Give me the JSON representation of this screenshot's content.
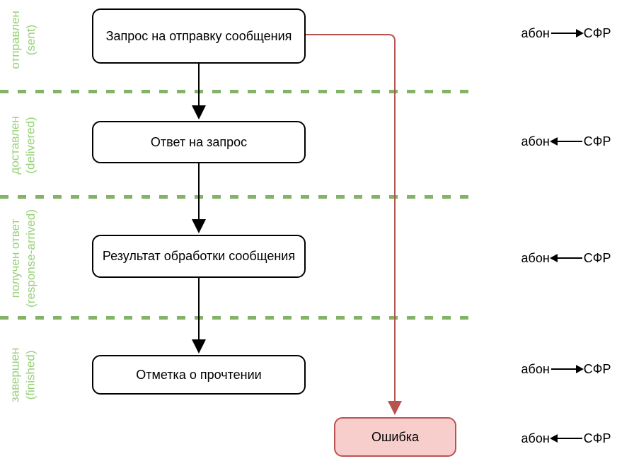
{
  "diagram": {
    "stages": [
      {
        "ru": "отправлен",
        "en": "(sent)"
      },
      {
        "ru": "доставлен",
        "en": "(delivered)"
      },
      {
        "ru": "получен ответ",
        "en": "(response-arrived)"
      },
      {
        "ru": "завершен",
        "en": "(finished)"
      }
    ],
    "nodes": [
      {
        "label": "Запрос на отправку сообщения"
      },
      {
        "label": "Ответ на запрос"
      },
      {
        "label": "Результат обработки сообщения"
      },
      {
        "label": "Отметка о прочтении"
      }
    ],
    "error_node": {
      "label": "Ошибка"
    },
    "flows": [
      {
        "left_text": "абон",
        "right_text": "СФР",
        "direction": "right",
        "arrow_class": "flow-arrow right"
      },
      {
        "left_text": "абон",
        "right_text": "СФР",
        "direction": "left",
        "arrow_class": "flow-arrow left"
      },
      {
        "left_text": "абон",
        "right_text": "СФР",
        "direction": "left",
        "arrow_class": "flow-arrow left"
      },
      {
        "left_text": "абон",
        "right_text": "СФР",
        "direction": "right",
        "arrow_class": "flow-arrow right"
      },
      {
        "left_text": "абон",
        "right_text": "СФР",
        "direction": "left",
        "arrow_class": "flow-arrow left"
      }
    ],
    "colors": {
      "stage_text": "#97d077",
      "divider": "#82b366",
      "error_fill": "#f8cecc",
      "error_stroke": "#b85450",
      "node_stroke": "#000000",
      "node_fill": "#ffffff"
    }
  }
}
